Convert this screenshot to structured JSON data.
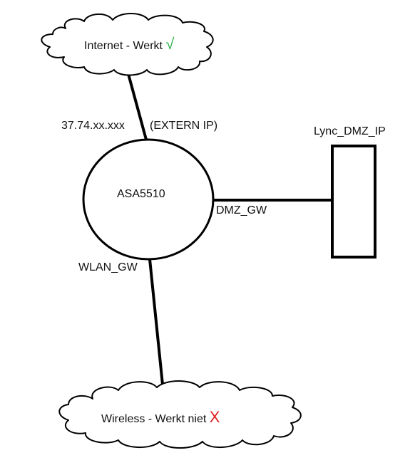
{
  "nodes": {
    "internet": {
      "label": "Internet - Werkt",
      "status_mark": "√",
      "status_color": "#2bb24c"
    },
    "firewall": {
      "label": "ASA5510"
    },
    "dmz_server": {
      "label": "Lync_DMZ_IP"
    },
    "wireless": {
      "label": "Wireless - Werkt niet",
      "status_mark": "X",
      "status_color": "#e0201f"
    }
  },
  "links": {
    "internet_link": {
      "ip_label": "37.74.xx.xxx",
      "type_label": "(EXTERN IP)"
    },
    "dmz_link": {
      "label": "DMZ_GW"
    },
    "wlan_link": {
      "label": "WLAN_GW"
    }
  },
  "colors": {
    "line": "#000000",
    "text": "#111111"
  }
}
